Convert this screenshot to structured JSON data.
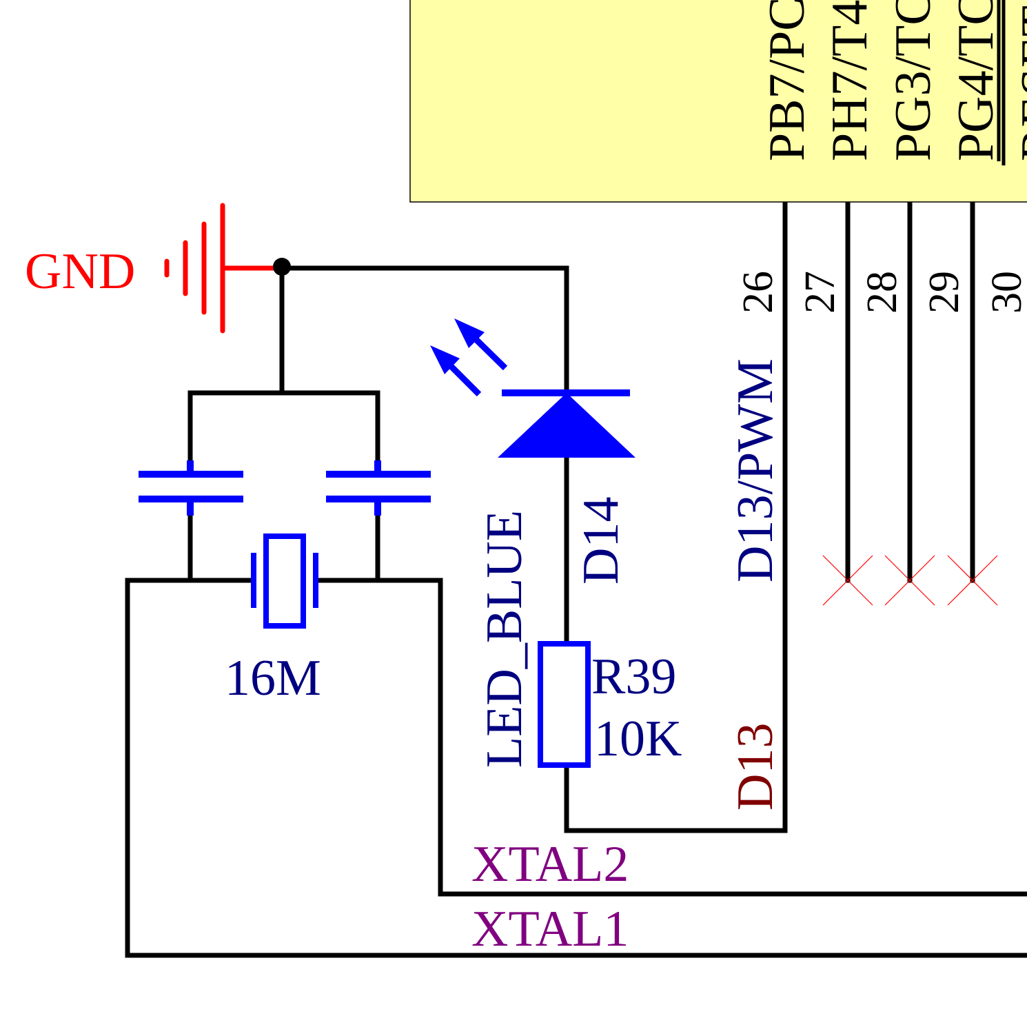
{
  "colors": {
    "wire": "#000000",
    "component": "#0000ff",
    "gnd": "#ff0000",
    "designator": "#000080",
    "net": "#800080",
    "net_local": "#800000",
    "no_connect": "#ff0000",
    "chip_fill": "#ffffa8"
  },
  "chip": {
    "pins": [
      {
        "name": "PB7/PC",
        "number": "26"
      },
      {
        "name": "PH7/T4",
        "number": "27"
      },
      {
        "name": "PG3/TC",
        "number": "28"
      },
      {
        "name": "PG4/TC",
        "number": "29"
      },
      {
        "name": "RESET",
        "number": "30"
      }
    ],
    "pin_net_label": "D13/PWM"
  },
  "gnd": {
    "label": "GND"
  },
  "led": {
    "designator": "D14",
    "value": "LED_BLUE"
  },
  "resistor": {
    "designator": "R39",
    "value": "10K"
  },
  "crystal": {
    "value": "16M"
  },
  "nets": {
    "d13": "D13",
    "xtal1": "XTAL1",
    "xtal2": "XTAL2"
  },
  "icons": [
    "gnd-symbol-icon",
    "led-diode-icon",
    "light-emission-arrows-icon",
    "resistor-icon",
    "capacitor-icon",
    "crystal-icon",
    "no-connect-icon",
    "junction-dot-icon"
  ]
}
